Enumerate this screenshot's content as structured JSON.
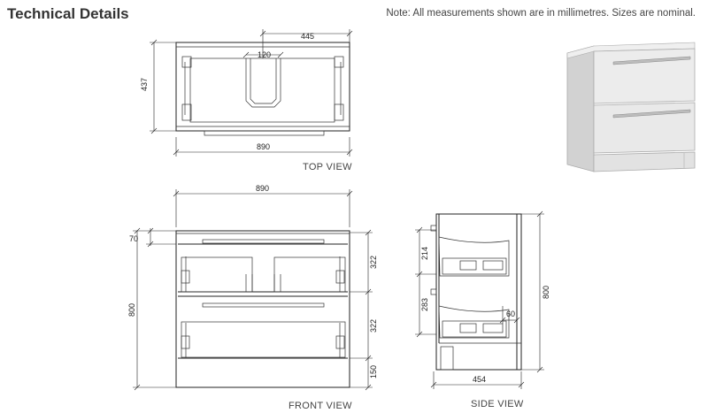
{
  "header": {
    "title": "Technical Details",
    "note": "Note: All measurements shown are in millimetres. Sizes are nominal."
  },
  "views": {
    "top": {
      "label": "TOP VIEW",
      "dims": {
        "width": "890",
        "depth": "437",
        "offset": "445",
        "cutout": "120"
      }
    },
    "front": {
      "label": "FRONT VIEW",
      "dims": {
        "width": "890",
        "height": "800",
        "top": "70",
        "drawer_upper": "322",
        "drawer_lower": "322",
        "kick": "150"
      }
    },
    "side": {
      "label": "SIDE VIEW",
      "dims": {
        "depth": "454",
        "height": "800",
        "upper": "214",
        "lower": "283",
        "small": "60"
      }
    }
  },
  "colors": {
    "line": "#222222",
    "text": "#333333",
    "panel": "#e9e9e9",
    "panel_shade": "#d4d4d4"
  }
}
